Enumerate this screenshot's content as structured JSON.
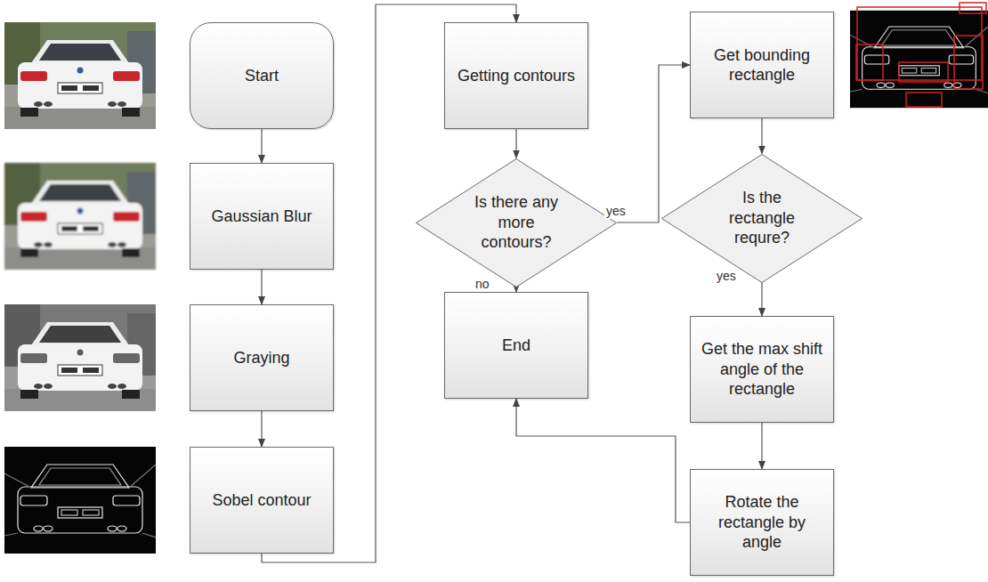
{
  "diagram": {
    "nodes": [
      {
        "text": [
          "Start"
        ]
      },
      {
        "text": [
          "Gaussian Blur"
        ]
      },
      {
        "text": [
          "Graying"
        ]
      },
      {
        "text": [
          "Sobel contour"
        ]
      },
      {
        "text": [
          "Getting contours"
        ]
      },
      {
        "text": [
          "Is there any more contours?"
        ]
      },
      {
        "text": [
          "End"
        ]
      },
      {
        "text": [
          "Get bounding rectangle"
        ]
      },
      {
        "text": [
          "Is the rectangle requre?"
        ]
      },
      {
        "text": [
          "Get the max shift angle of the rectangle"
        ]
      },
      {
        "text": [
          "Rotate the rectangle by angle"
        ]
      }
    ],
    "edges": [
      {
        "from": 0,
        "to": 1,
        "arrow": "to"
      },
      {
        "from": 1,
        "to": 2,
        "arrow": "to"
      },
      {
        "from": 2,
        "to": 3,
        "arrow": "to"
      },
      {
        "from": 3,
        "to": 4,
        "arrow": "to"
      },
      {
        "from": 4,
        "to": 5,
        "arrow": "to"
      },
      {
        "from": 5,
        "to": 7,
        "label": "yes",
        "arrow": "to"
      },
      {
        "from": 5,
        "to": 6,
        "label": "no",
        "arrow": "to"
      },
      {
        "from": 7,
        "to": 8,
        "arrow": "to"
      },
      {
        "from": 8,
        "to": 9,
        "label": "yes",
        "arrow": "to"
      },
      {
        "from": 9,
        "to": 10,
        "arrow": "to"
      },
      {
        "from": 10,
        "to": 6,
        "arrow": "to"
      }
    ]
  }
}
